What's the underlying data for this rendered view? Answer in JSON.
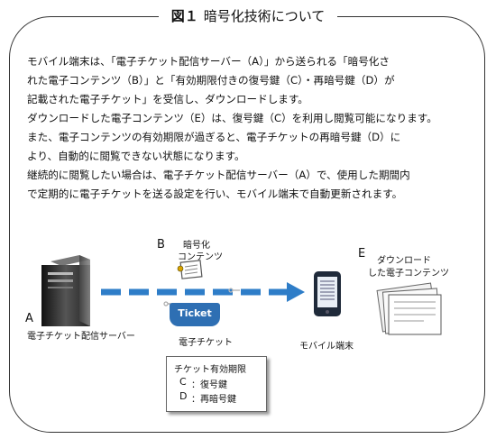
{
  "title": {
    "figure_no": "図１",
    "text": "暗号化技術について"
  },
  "paragraphs": [
    "モバイル端末は、「電子チケット配信サーバー（A）」から送られる「暗号化さ",
    "れた電子コンテンツ（B）」と「有効期限付きの復号鍵（C）・再暗号鍵（D）が",
    "記載された電子チケット」を受信し、ダウンロードします。",
    "ダウンロードした電子コンテンツ（E）は、復号鍵（C）を利用し閲覧可能になります。",
    "また、電子コンテンツの有効期限が過ぎると、電子チケットの再暗号鍵（D）に",
    "より、自動的に閲覧できない状態になります。",
    "継続的に閲覧したい場合は、電子チケット配信サーバー（A）で、使用した期間内",
    "で定期的に電子チケットを送る設定を行い、モバイル端末で自動更新されます。"
  ],
  "diagram": {
    "server": {
      "letter": "A",
      "label": "電子チケット配信サーバー"
    },
    "encrypted": {
      "letter": "B",
      "label_line1": "暗号化",
      "label_line2": "コンテンツ"
    },
    "ticket": {
      "badge": "Ticket",
      "label": "電子チケット"
    },
    "mobile": {
      "label": "モバイル端末"
    },
    "downloaded": {
      "letter": "E",
      "label_line1": "ダウンロード",
      "label_line2": "した電子コンテンツ"
    },
    "legend": {
      "title": "チケット有効期限",
      "c_letter": "C",
      "c_text": "：復号鍵",
      "d_letter": "D",
      "d_text": "：再暗号鍵"
    }
  },
  "colors": {
    "arrow": "#2e7dc8",
    "ticket": "#2e6fb3",
    "frame": "#333333"
  }
}
